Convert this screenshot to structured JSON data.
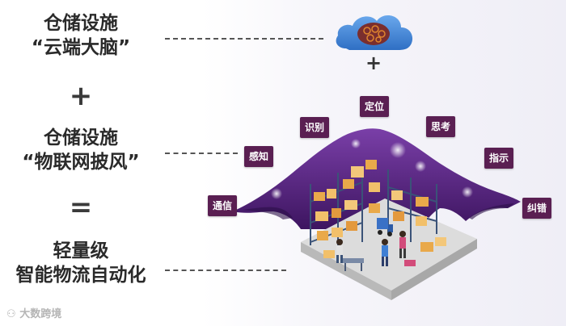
{
  "left": {
    "block1_line1": "仓储设施",
    "block1_line2": "“云端大脑”",
    "plus": "+",
    "block2_line1": "仓储设施",
    "block2_line2": "“物联网披风”",
    "equals": "=",
    "block3_line1": "轻量级",
    "block3_line2": "智能物流自动化"
  },
  "right": {
    "plus": "+",
    "labels": {
      "dingwei": "定位",
      "shibie": "识别",
      "sikao": "思考",
      "ganzhi": "感知",
      "zhishi": "指示",
      "tongxin": "通信",
      "jiucuo": "纠错"
    }
  },
  "watermark": "大数跨境",
  "colors": {
    "label_bg": "#5a1f52",
    "cape": "#5b2a86",
    "cloud": "#3f7fd4"
  }
}
